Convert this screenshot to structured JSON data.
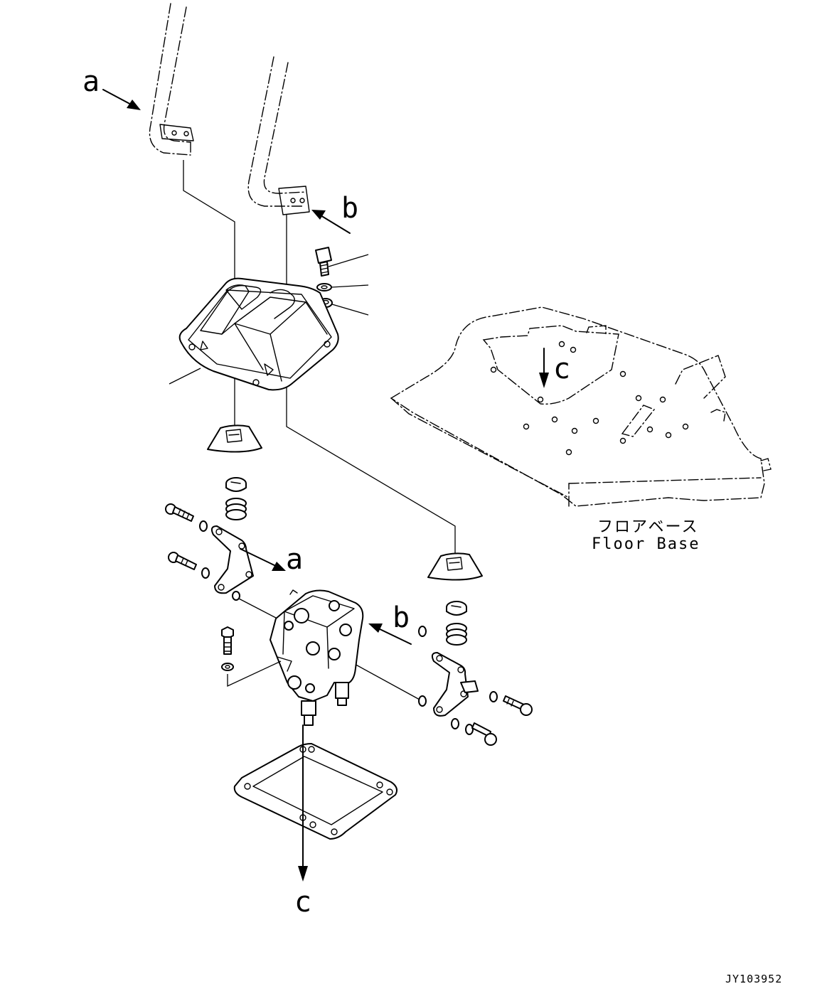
{
  "labels": {
    "view_a_top": "a",
    "view_b_top": "b",
    "view_a_bottom": "a",
    "view_b_bottom": "b",
    "view_c_floor": "c",
    "view_c_bottom": "c"
  },
  "floor_base": {
    "label_jp": "フロアベース",
    "label_en": "Floor Base"
  },
  "drawing_code": "JY103952"
}
